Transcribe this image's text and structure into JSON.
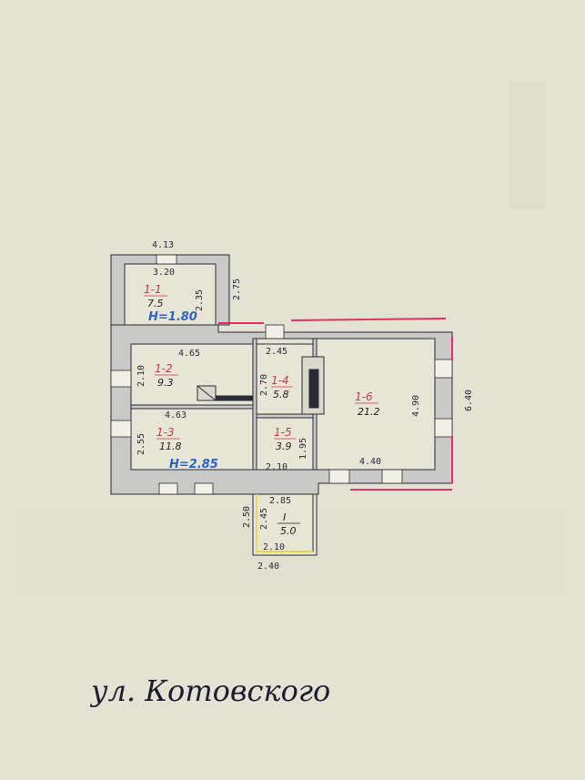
{
  "street": {
    "label": "ул. Котовского"
  },
  "dimensions": {
    "top_outer": "4.13",
    "r11_inner_w": "3.20",
    "r11_inner_h": "2.35",
    "r11_outer_h": "2.75",
    "r12_w": "4.65",
    "r12_h": "2.10",
    "r12_bottom_w": "4.63",
    "r14_w": "2.45",
    "r14_h": "2.70",
    "r13_h": "2.55",
    "r15_h": "1.95",
    "r15_w": "2.10",
    "r16_h": "4.90",
    "r16_w": "4.40",
    "outer_right": "6.40",
    "porch_w": "2.85",
    "porch_h_outer": "2.50",
    "porch_h_inner": "2.45",
    "porch_bottom_inner": "2.10",
    "porch_bottom_outer": "2.40"
  },
  "rooms": [
    {
      "id": "1-1",
      "area": "7.5",
      "height": "H=1.80"
    },
    {
      "id": "1-2",
      "area": "9.3"
    },
    {
      "id": "1-3",
      "area": "11.8",
      "height": "H=2.85"
    },
    {
      "id": "1-4",
      "area": "5.8"
    },
    {
      "id": "1-5",
      "area": "3.9"
    },
    {
      "id": "1-6",
      "area": "21.2"
    },
    {
      "id": "I",
      "area": "5.0"
    }
  ],
  "colors": {
    "paper": "#e3e2d3",
    "wall": "#c9c9c6",
    "line": "#2b2b38",
    "highlight_red": "#e0306a",
    "room_label": "#c43a4a",
    "height_label": "#2d63c8",
    "porch_mark": "#e8d24a"
  }
}
